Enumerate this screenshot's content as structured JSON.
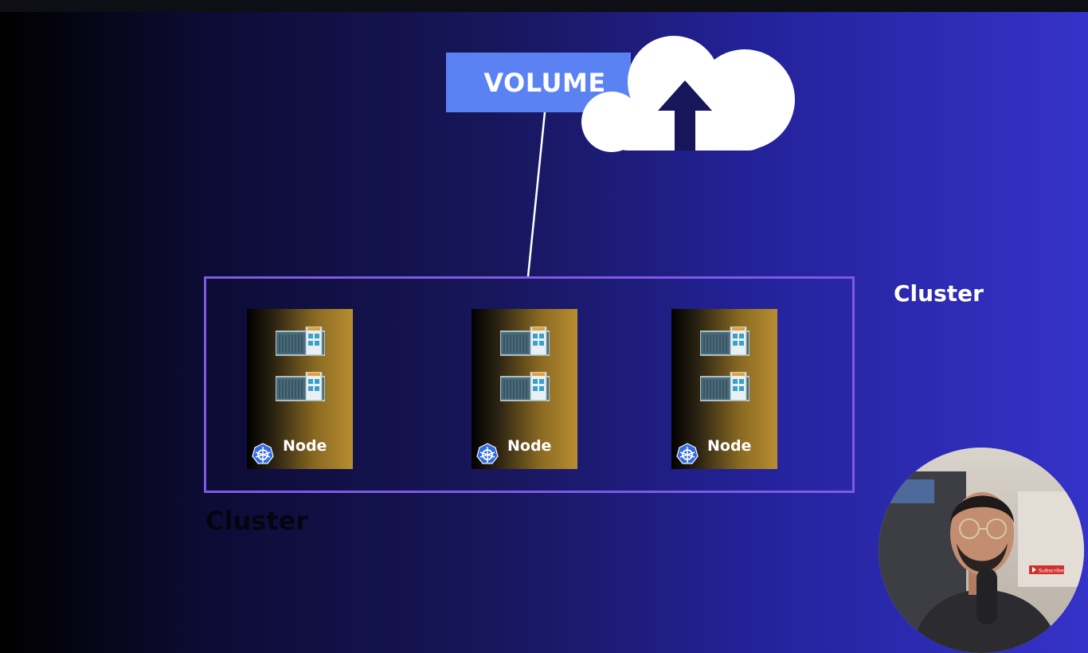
{
  "volume": {
    "label": "VOLUME"
  },
  "cloud": {
    "icon": "cloud-upload-icon"
  },
  "cluster": {
    "side_label": "Cluster",
    "caption": "Cluster",
    "border_color": "#7d5ae6"
  },
  "nodes": [
    {
      "label": "Node",
      "icon": "kubernetes-icon"
    },
    {
      "label": "Node",
      "icon": "kubernetes-icon"
    },
    {
      "label": "Node",
      "icon": "kubernetes-icon"
    }
  ],
  "webcam": {
    "subscribe_label": "Subscribe"
  },
  "colors": {
    "volume_bg": "#5b82f2",
    "background_right": "#3532c8",
    "kubernetes": "#326ce5",
    "node_gold": "#b88d31"
  }
}
